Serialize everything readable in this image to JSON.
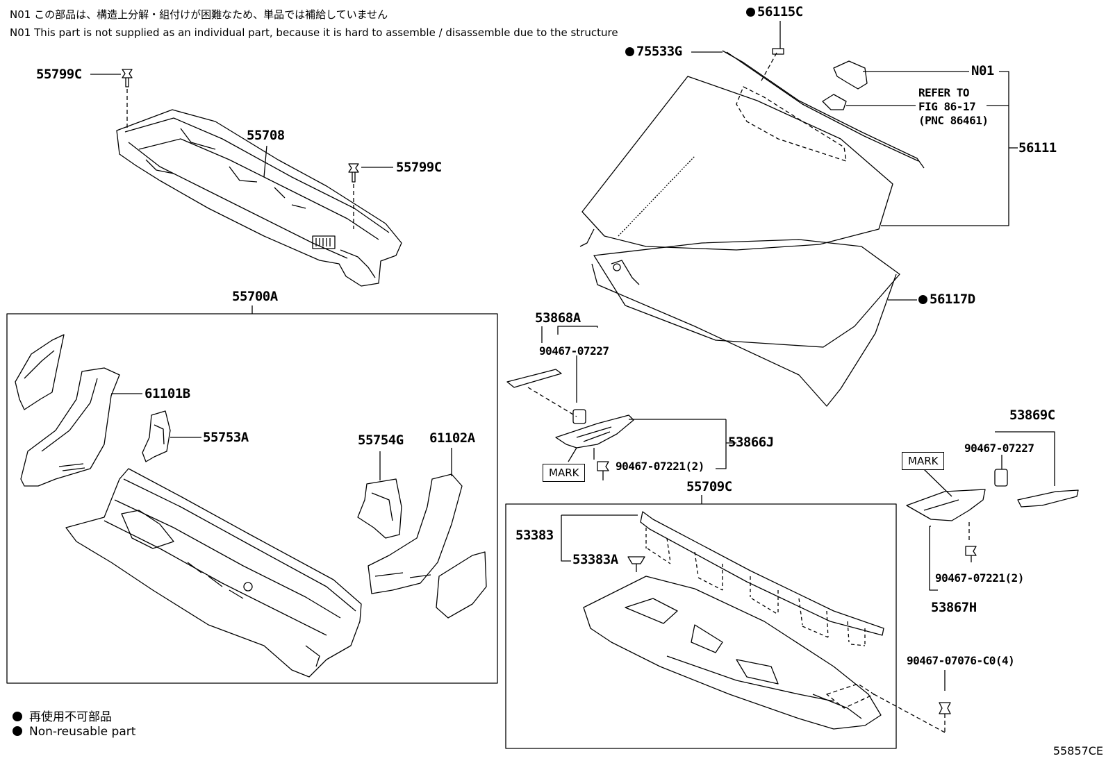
{
  "notes": {
    "n01_ja": "N01 この部品は、構造上分解・組付けが困難なため、単品では補給していません",
    "n01_en": "N01 This part is not supplied as an individual part, because it is hard to assemble / disassemble due to the structure"
  },
  "parts": {
    "p55799C_top": "55799C",
    "p55708": "55708",
    "p55799C_mid": "55799C",
    "p55700A": "55700A",
    "p61101B": "61101B",
    "p55753A": "55753A",
    "p55754G": "55754G",
    "p61102A": "61102A",
    "p56115C": "56115C",
    "p75533G": "75533G",
    "pN01": "N01",
    "refer_line1": "REFER TO",
    "refer_line2": "FIG 86-17",
    "refer_line3": "(PNC 86461)",
    "p56111": "56111",
    "p56117D": "56117D",
    "p53868A": "53868A",
    "p90467_07227_a": "90467-07227",
    "p53866J": "53866J",
    "p90467_07221_a": "90467-07221(2)",
    "p55709C": "55709C",
    "p53383": "53383",
    "p53383A": "53383A",
    "p53869C": "53869C",
    "p90467_07227_b": "90467-07227",
    "p90467_07221_b": "90467-07221(2)",
    "p53867H": "53867H",
    "p90467_07076": "90467-07076-C0(4)"
  },
  "marks": {
    "mark_left": "MARK",
    "mark_right": "MARK"
  },
  "legend": {
    "ja": "再使用不可部品",
    "en": "Non-reusable part"
  },
  "figure_number": "55857CE"
}
